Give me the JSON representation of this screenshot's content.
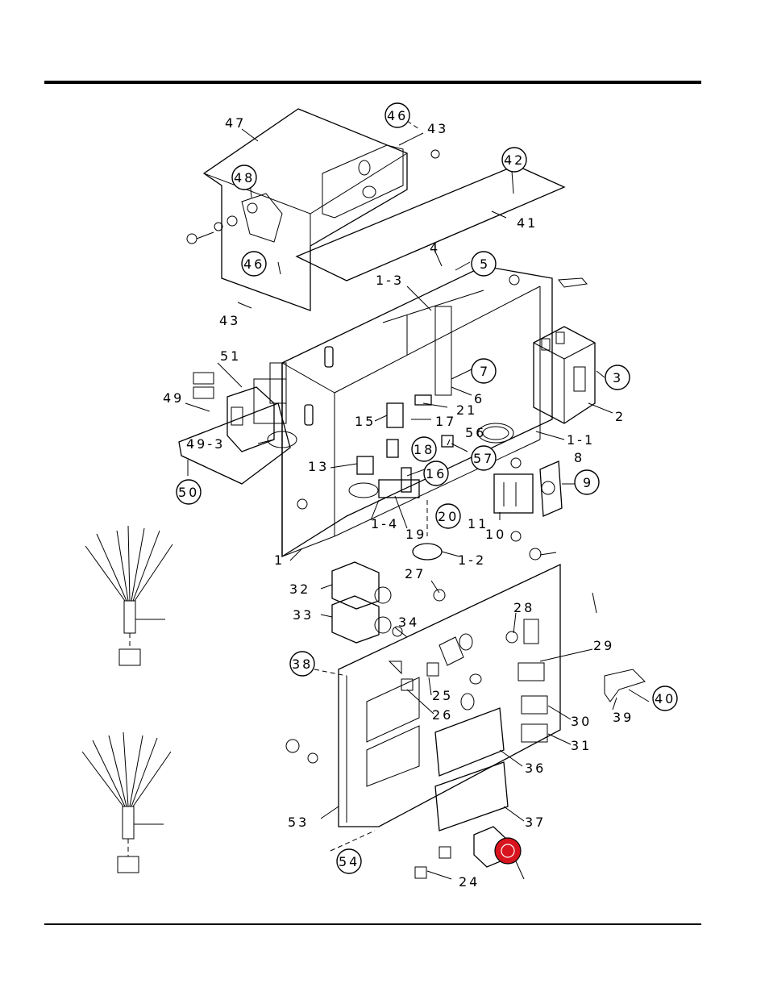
{
  "diagram": {
    "labels": {
      "l47": "47",
      "l46a": "46",
      "l43a": "43",
      "l48": "48",
      "l42": "42",
      "l41": "41",
      "l46b": "46",
      "l43b": "43",
      "l4": "4",
      "l5": "5",
      "l1_3": "1-3",
      "l51": "51",
      "l49": "49",
      "l49_3": "49-3",
      "l50": "50",
      "l15": "15",
      "l17": "17",
      "l21": "21",
      "l18": "18",
      "l56": "56",
      "l57": "57",
      "l13": "13",
      "l16": "16",
      "l7": "7",
      "l6": "6",
      "l3": "3",
      "l2": "2",
      "l1_1": "1-1",
      "l8": "8",
      "l9": "9",
      "l11": "11",
      "l10": "10",
      "l20": "20",
      "l19": "19",
      "l1_4": "1-4",
      "l1": "1",
      "l1_2": "1-2",
      "l32": "32",
      "l33": "33",
      "l27": "27",
      "l34": "34",
      "l28": "28",
      "l29": "29",
      "l38": "38",
      "l25": "25",
      "l26": "26",
      "l40": "40",
      "l39": "39",
      "l30": "30",
      "l31": "31",
      "l36": "36",
      "l53": "53",
      "l37": "37",
      "l54": "54",
      "l24": "24"
    },
    "colors": {
      "ink": "#000000",
      "emergency_stop": "#d8141e"
    }
  }
}
